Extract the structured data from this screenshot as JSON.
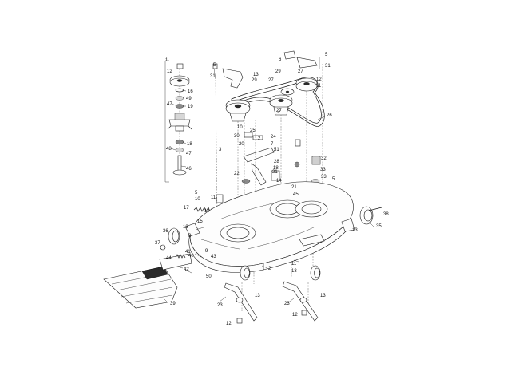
{
  "diagram": {
    "callouts": [
      "1",
      "12",
      "16",
      "49",
      "19",
      "47",
      "18",
      "47",
      "48",
      "46",
      "5",
      "31",
      "13",
      "29",
      "27",
      "6",
      "5",
      "31",
      "29",
      "27",
      "26",
      "12",
      "11",
      "27",
      "10",
      "30",
      "25",
      "2",
      "24",
      "7",
      "4",
      "20",
      "51",
      "28",
      "33",
      "32",
      "3",
      "22",
      "18",
      "21",
      "14",
      "21",
      "45",
      "33",
      "5",
      "5",
      "10",
      "17",
      "11",
      "14",
      "15",
      "13",
      "8",
      "9",
      "43",
      "2",
      "11",
      "13",
      "36",
      "37",
      "41",
      "40",
      "42",
      "44",
      "50",
      "13",
      "35",
      "38",
      "39",
      "23",
      "12",
      "12",
      "23",
      "13",
      "13"
    ]
  }
}
